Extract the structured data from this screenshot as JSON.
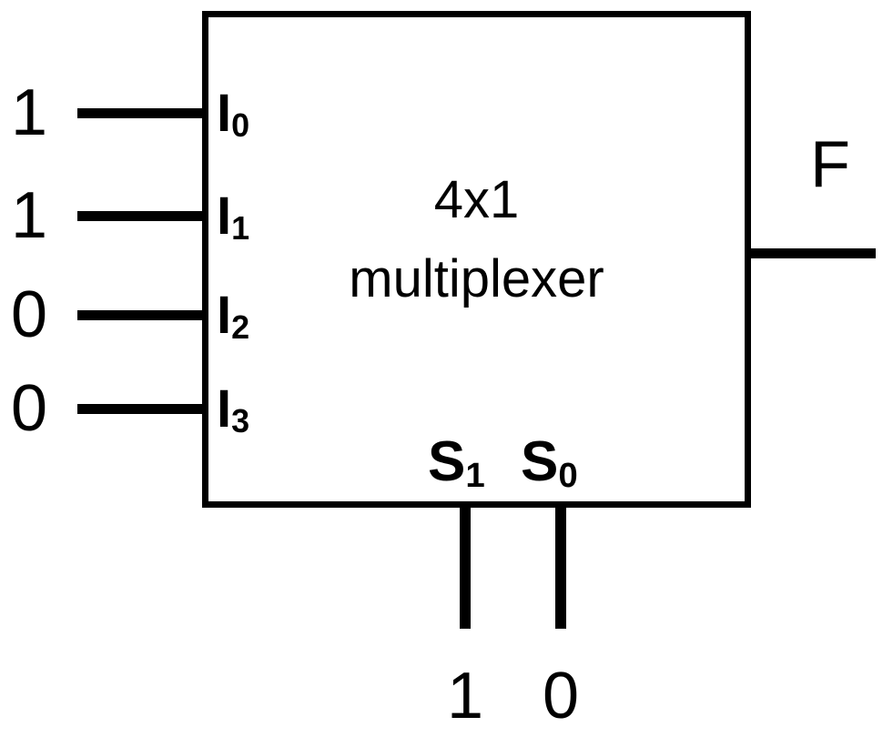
{
  "diagram": {
    "title_line1": "4x1",
    "title_line2": "multiplexer",
    "output": {
      "label": "F"
    },
    "inputs": [
      {
        "value": "1",
        "port": "I",
        "sub": "0"
      },
      {
        "value": "1",
        "port": "I",
        "sub": "1"
      },
      {
        "value": "0",
        "port": "I",
        "sub": "2"
      },
      {
        "value": "0",
        "port": "I",
        "sub": "3"
      }
    ],
    "selects": [
      {
        "port": "S",
        "sub": "1",
        "value": "1"
      },
      {
        "port": "S",
        "sub": "0",
        "value": "0"
      }
    ],
    "colors": {
      "line": "#000000",
      "background": "#ffffff"
    }
  }
}
